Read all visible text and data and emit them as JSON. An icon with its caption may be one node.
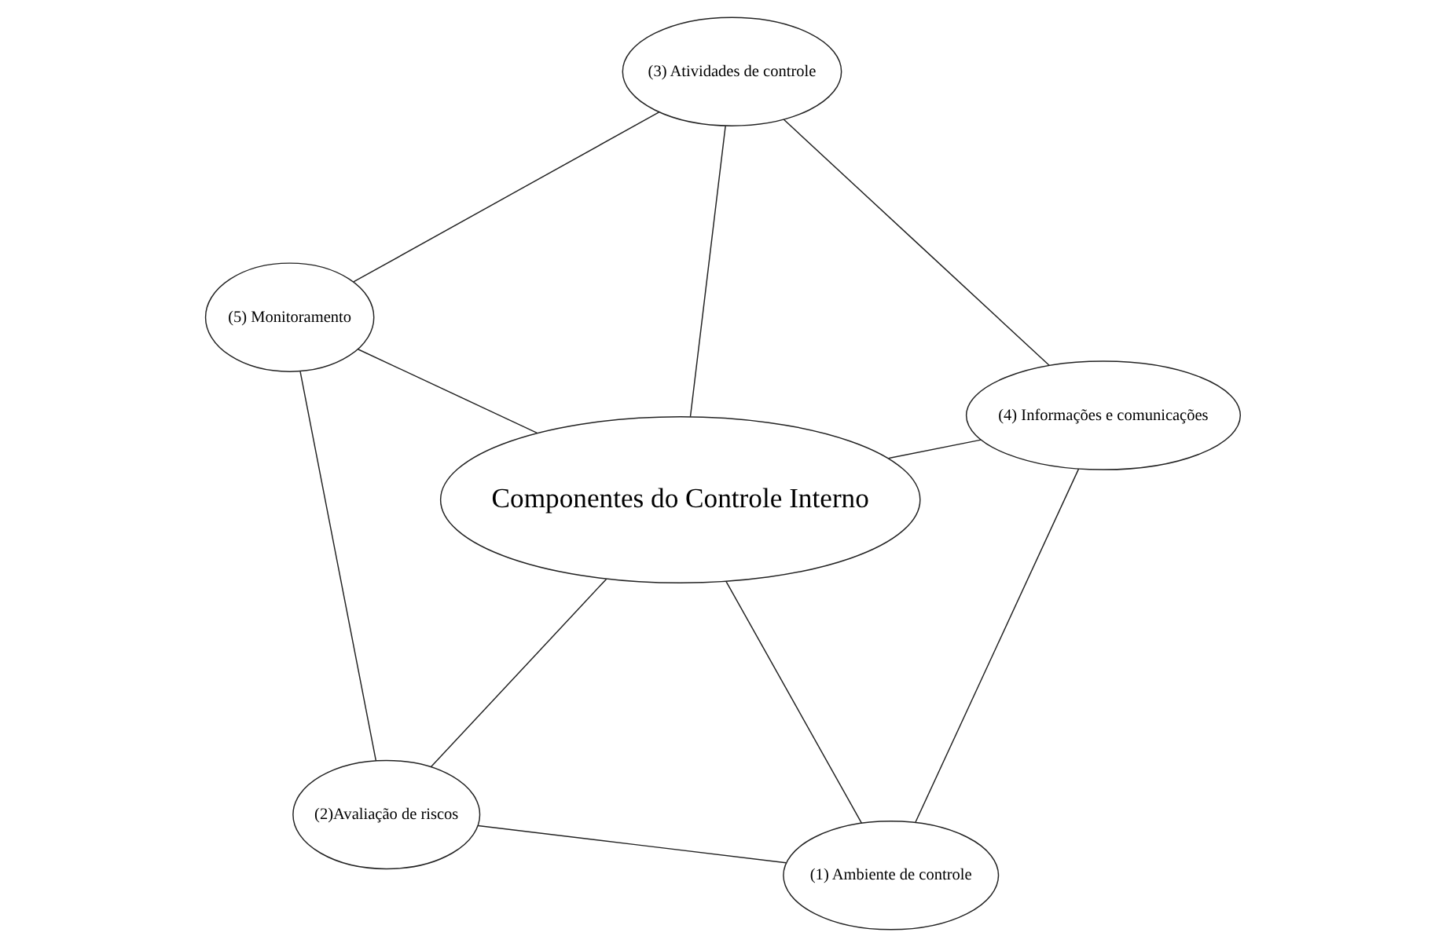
{
  "diagram": {
    "nodes": [
      {
        "text": [
          "(2)Avaliação de riscos"
        ]
      },
      {
        "text": [
          "(1) Ambiente de controle"
        ]
      },
      {
        "text": [
          "Componentes do Controle Interno"
        ]
      },
      {
        "text": [
          "(5) Monitoramento"
        ]
      },
      {
        "text": [
          "(4) Informações e comunicações"
        ]
      },
      {
        "text": [
          "(3) Atividades de controle"
        ]
      }
    ],
    "edges": [
      {
        "from": 0,
        "to": 1,
        "arrow": "none"
      },
      {
        "from": 0,
        "to": 2,
        "arrow": "none"
      },
      {
        "from": 1,
        "to": 2,
        "arrow": "none"
      },
      {
        "from": 0,
        "to": 3,
        "arrow": "none"
      },
      {
        "from": 1,
        "to": 4,
        "arrow": "none"
      },
      {
        "from": 2,
        "to": 3,
        "arrow": "none"
      },
      {
        "from": 2,
        "to": 4,
        "arrow": "none"
      },
      {
        "from": 2,
        "to": 5,
        "arrow": "none"
      },
      {
        "from": 3,
        "to": 5,
        "arrow": "none"
      },
      {
        "from": 5,
        "to": 4,
        "arrow": "none"
      }
    ]
  }
}
